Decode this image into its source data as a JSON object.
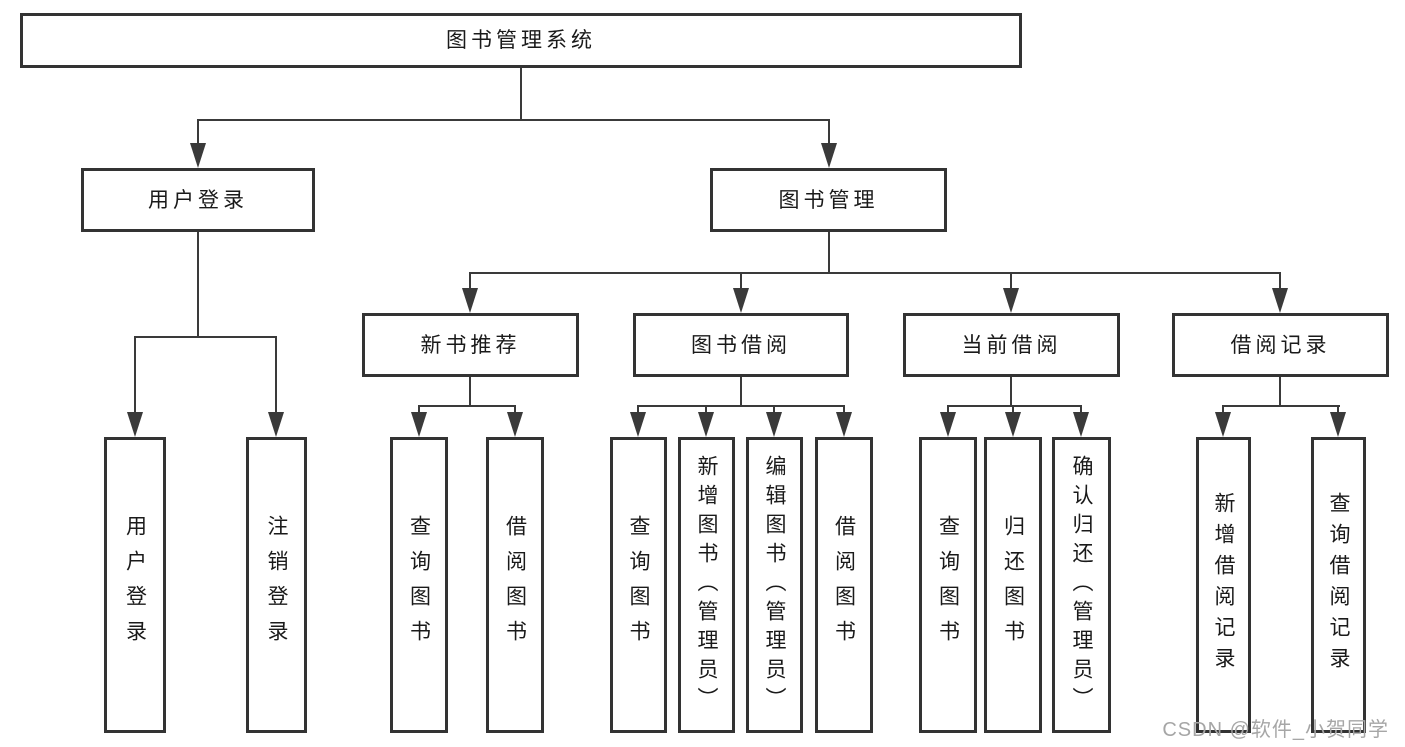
{
  "diagram": {
    "root": {
      "label": "图书管理系统"
    },
    "branches": [
      {
        "label": "用户登录",
        "children": [
          {
            "label": "用户登录"
          },
          {
            "label": "注销登录"
          }
        ]
      },
      {
        "label": "图书管理",
        "children": [
          {
            "label": "新书推荐",
            "children": [
              {
                "label": "查询图书"
              },
              {
                "label": "借阅图书"
              }
            ]
          },
          {
            "label": "图书借阅",
            "children": [
              {
                "label": "查询图书"
              },
              {
                "label": "新增图书（管理员）"
              },
              {
                "label": "编辑图书（管理员）"
              },
              {
                "label": "借阅图书"
              }
            ]
          },
          {
            "label": "当前借阅",
            "children": [
              {
                "label": "查询图书"
              },
              {
                "label": "归还图书"
              },
              {
                "label": "确认归还（管理员）"
              }
            ]
          },
          {
            "label": "借阅记录",
            "children": [
              {
                "label": "新增借阅记录"
              },
              {
                "label": "查询借阅记录"
              }
            ]
          }
        ]
      }
    ]
  },
  "watermark": {
    "text": "CSDN @软件_小贺同学"
  },
  "colors": {
    "background": "#ffffff",
    "box_border": "#333333",
    "line": "#3a3a3a",
    "text": "#1a1a1a",
    "watermark": "#a6a6a6"
  }
}
